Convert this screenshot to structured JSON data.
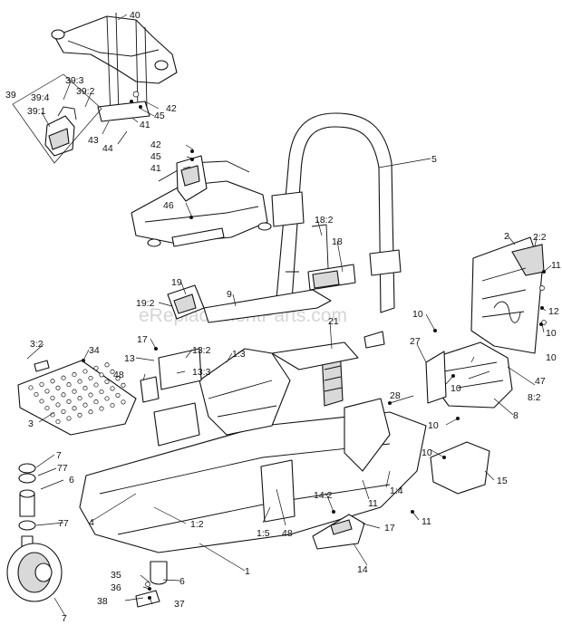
{
  "watermark": "eReplacementParts.com",
  "callouts": {
    "c40": "40",
    "c39": "39",
    "c39_3": "39:3",
    "c39_4": "39:4",
    "c39_2": "39:2",
    "c39_1": "39:1",
    "c42a": "42",
    "c45a": "45",
    "c41a": "41",
    "c43": "43",
    "c44": "44",
    "c42b": "42",
    "c45b": "45",
    "c41b": "41",
    "c46": "46",
    "c5": "5",
    "c18_2": "18:2",
    "c18": "18",
    "c2": "2",
    "c2_2": "2:2",
    "c11a": "11",
    "c12": "12",
    "c10a": "10",
    "c10b": "10",
    "c47": "47",
    "c8_2": "8:2",
    "c8": "8",
    "c10c": "10",
    "c10d": "10",
    "c10e": "10",
    "c27": "27",
    "c28": "28",
    "c21": "21",
    "c9": "9",
    "c19": "19",
    "c19_2": "19:2",
    "c3_2": "3:2",
    "c34": "34",
    "c17a": "17",
    "c13_2": "13:2",
    "c13": "13",
    "c13_3": "13:3",
    "c48a": "48",
    "c1_3": "1:3",
    "c3": "3",
    "c7a": "7",
    "c77a": "77",
    "c6a": "6",
    "c77b": "77",
    "c4": "4",
    "c1_2": "1:2",
    "c1_5": "1:5",
    "c48b": "48",
    "c1": "1",
    "c35": "35",
    "c36": "36",
    "c6b": "6",
    "c38": "38",
    "c37": "37",
    "c7b": "7",
    "c15": "15",
    "c11b": "11",
    "c1_4": "1:4",
    "c11c": "11",
    "c14_2": "14:2",
    "c17b": "17",
    "c14": "14"
  }
}
